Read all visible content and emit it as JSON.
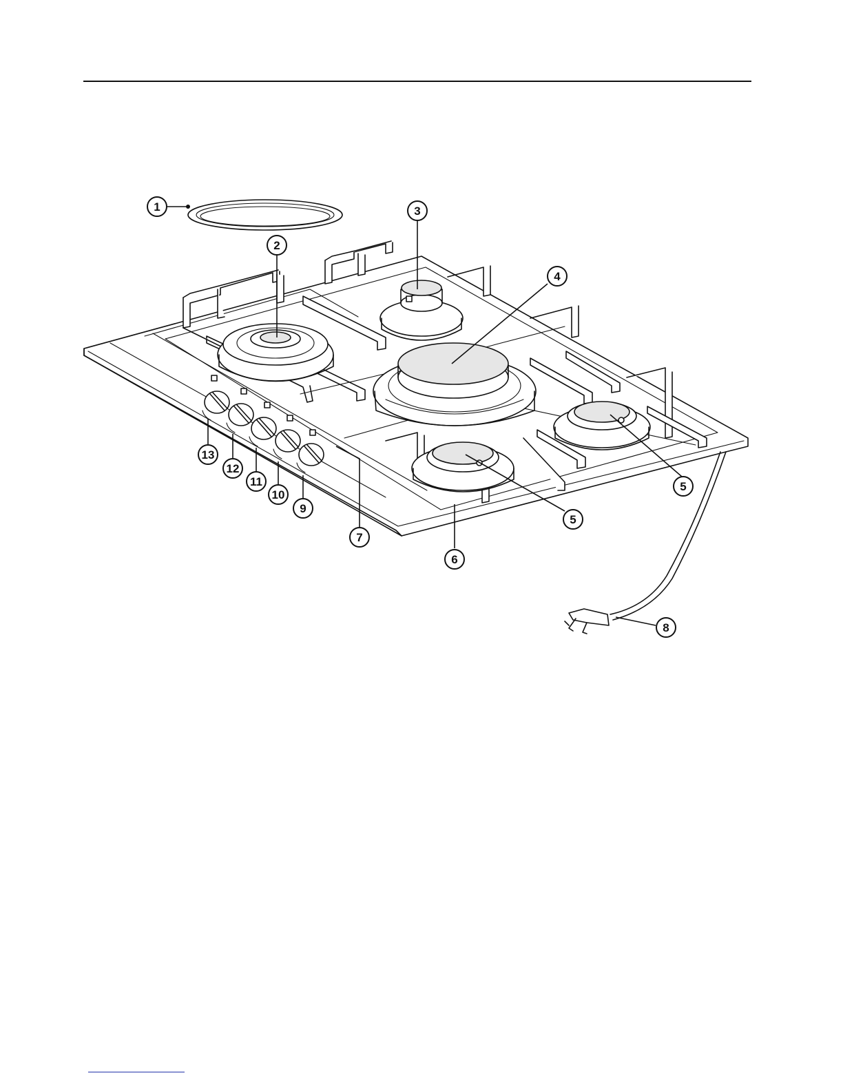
{
  "colors": {
    "line": "#111111",
    "paper": "#ffffff",
    "footer_rule": "#2233aa"
  },
  "callouts": {
    "c1": "1",
    "c2": "2",
    "c3": "3",
    "c4": "4",
    "c5a": "5",
    "c5b": "5",
    "c6": "6",
    "c7": "7",
    "c8": "8",
    "c9": "9",
    "c10": "10",
    "c11": "11",
    "c12": "12",
    "c13": "13"
  }
}
